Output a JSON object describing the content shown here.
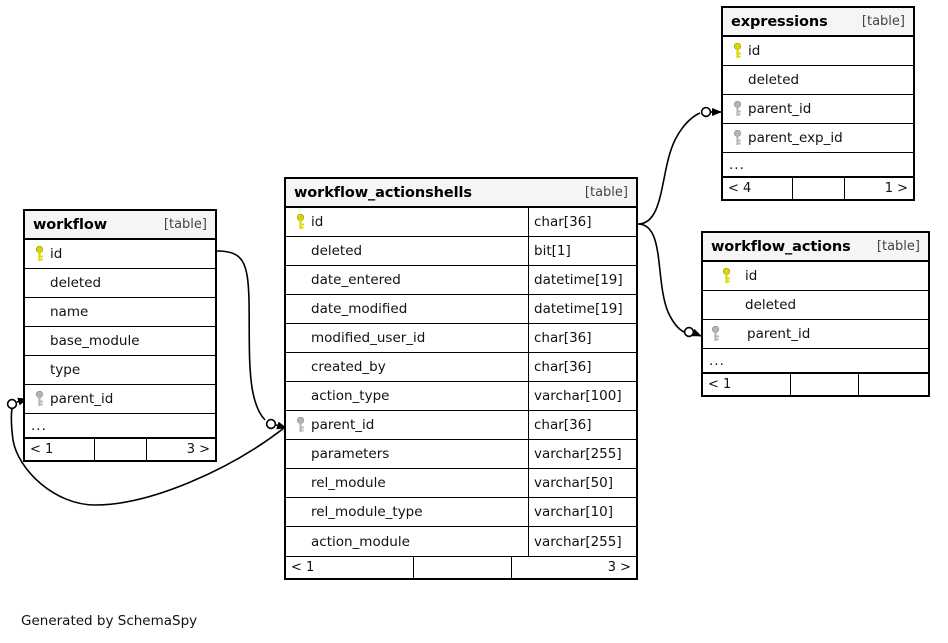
{
  "diagram": {
    "kind": "entity-relationship-diagram",
    "credit": "Generated by SchemaSpy",
    "table_tag": "[table]",
    "ellipsis": "...",
    "colors": {
      "primary_key_icon": "#d9d900",
      "foreign_key_icon": "#a8a8a8",
      "border": "#000000",
      "header_background": "#f5f5f5",
      "canvas_background": "#ffffff"
    }
  },
  "tables": {
    "workflow_actionshells": {
      "name": "workflow_actionshells",
      "tag": "[table]",
      "columns": [
        {
          "key": "primary",
          "icon": "yellow-key-icon",
          "name": "id",
          "type": "char[36]"
        },
        {
          "key": "none",
          "icon": "",
          "name": "deleted",
          "type": "bit[1]"
        },
        {
          "key": "none",
          "icon": "",
          "name": "date_entered",
          "type": "datetime[19]"
        },
        {
          "key": "none",
          "icon": "",
          "name": "date_modified",
          "type": "datetime[19]"
        },
        {
          "key": "none",
          "icon": "",
          "name": "modified_user_id",
          "type": "char[36]"
        },
        {
          "key": "none",
          "icon": "",
          "name": "created_by",
          "type": "char[36]"
        },
        {
          "key": "none",
          "icon": "",
          "name": "action_type",
          "type": "varchar[100]"
        },
        {
          "key": "foreign",
          "icon": "grey-key-icon",
          "name": "parent_id",
          "type": "char[36]"
        },
        {
          "key": "none",
          "icon": "",
          "name": "parameters",
          "type": "varchar[255]"
        },
        {
          "key": "none",
          "icon": "",
          "name": "rel_module",
          "type": "varchar[50]"
        },
        {
          "key": "none",
          "icon": "",
          "name": "rel_module_type",
          "type": "varchar[10]"
        },
        {
          "key": "none",
          "icon": "",
          "name": "action_module",
          "type": "varchar[255]"
        }
      ],
      "has_ellipsis_row": false,
      "footer": {
        "left": "< 1",
        "middle": "",
        "right": "3 >"
      }
    },
    "workflow": {
      "name": "workflow",
      "tag": "[table]",
      "columns": [
        {
          "key": "primary",
          "icon": "yellow-key-icon",
          "name": "id",
          "type": ""
        },
        {
          "key": "none",
          "icon": "",
          "name": "deleted",
          "type": ""
        },
        {
          "key": "none",
          "icon": "",
          "name": "name",
          "type": ""
        },
        {
          "key": "none",
          "icon": "",
          "name": "base_module",
          "type": ""
        },
        {
          "key": "none",
          "icon": "",
          "name": "type",
          "type": ""
        },
        {
          "key": "foreign",
          "icon": "grey-key-icon",
          "name": "parent_id",
          "type": ""
        }
      ],
      "has_ellipsis_row": true,
      "footer": {
        "left": "< 1",
        "middle": "",
        "right": "3 >"
      }
    },
    "expressions": {
      "name": "expressions",
      "tag": "[table]",
      "columns": [
        {
          "key": "primary",
          "icon": "yellow-key-icon",
          "name": "id",
          "type": ""
        },
        {
          "key": "none",
          "icon": "",
          "name": "deleted",
          "type": ""
        },
        {
          "key": "foreign",
          "icon": "grey-key-icon",
          "name": "parent_id",
          "type": ""
        },
        {
          "key": "foreign",
          "icon": "grey-key-icon",
          "name": "parent_exp_id",
          "type": ""
        }
      ],
      "has_ellipsis_row": true,
      "footer": {
        "left": "< 4",
        "middle": "",
        "right": "1 >"
      }
    },
    "workflow_actions": {
      "name": "workflow_actions",
      "tag": "[table]",
      "columns": [
        {
          "key": "primary",
          "icon": "yellow-key-icon",
          "name": "id",
          "type": ""
        },
        {
          "key": "none",
          "icon": "",
          "name": "deleted",
          "type": ""
        },
        {
          "key": "foreign",
          "icon": "grey-key-icon",
          "name": "parent_id",
          "type": ""
        }
      ],
      "has_ellipsis_row": true,
      "footer": {
        "left": "< 1",
        "middle": "",
        "right": ""
      }
    }
  },
  "relationships": [
    {
      "name": "workflow-id-to-actionshells-parent-id",
      "from_table": "workflow",
      "from_column": "id",
      "to_table": "workflow_actionshells",
      "to_column": "parent_id"
    },
    {
      "name": "actionshells-id-to-workflow-parent-id",
      "from_table": "workflow_actionshells",
      "from_column": "id",
      "to_table": "workflow",
      "to_column": "parent_id"
    },
    {
      "name": "actionshells-id-to-expressions-parent-id",
      "from_table": "workflow_actionshells",
      "from_column": "id",
      "to_table": "expressions",
      "to_column": "parent_id"
    },
    {
      "name": "actionshells-id-to-workflow-actions-parent-id",
      "from_table": "workflow_actionshells",
      "from_column": "id",
      "to_table": "workflow_actions",
      "to_column": "parent_id"
    },
    {
      "name": "actionshells-self-reference",
      "from_table": "workflow_actionshells",
      "from_column": "id",
      "to_table": "workflow_actionshells",
      "to_column": "parent_id"
    }
  ]
}
